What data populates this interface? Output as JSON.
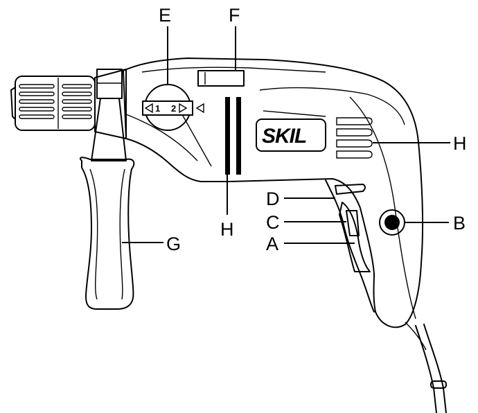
{
  "figure": {
    "brand_logo": "SKIL",
    "dial_mode_1": "1",
    "dial_mode_2": "2",
    "callouts": {
      "A": "A",
      "B": "B",
      "C": "C",
      "D": "D",
      "E": "E",
      "F": "F",
      "G": "G",
      "H_vents_top": "H",
      "H_vents_side": "H"
    }
  }
}
